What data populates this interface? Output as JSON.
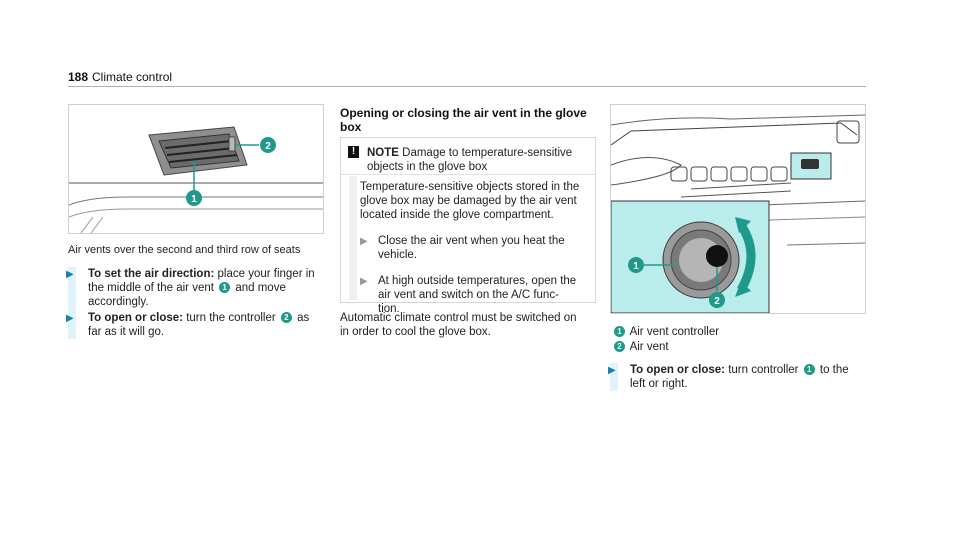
{
  "header": {
    "page_number": "188",
    "title": "Climate control"
  },
  "figure_left": {
    "caption": "Air vents over the second and third row of seats",
    "callouts": [
      "1",
      "2"
    ]
  },
  "left_steps": [
    {
      "bold": "To set the air direction:",
      "lines": [
        " place your finger in",
        "the middle of the air vent ",
        " and move",
        "accordingly."
      ],
      "ref": "1"
    },
    {
      "bold": "To open or close:",
      "lines": [
        " turn the controller ",
        " as",
        "far as it will go."
      ],
      "ref": "2"
    }
  ],
  "middle": {
    "heading_line1": "Opening or closing the air vent in the glove",
    "heading_line2": "box",
    "note": {
      "label": "NOTE",
      "head_text1": " Damage to temperature-sensitive",
      "head_text2": "objects in the glove box",
      "body1": "Temperature-sensitive objects stored in the",
      "body2": "glove box may be damaged by the air vent",
      "body3": "located inside the glove compartment.",
      "step1_a": "Close the air vent when you heat the",
      "step1_b": "vehicle.",
      "step2_a": "At high outside temperatures, open the",
      "step2_b": "air vent and switch on the A/C func-",
      "step2_c": "tion."
    },
    "para1": "Automatic climate control must be switched on",
    "para2": "in order to cool the glove box."
  },
  "figure_right": {
    "callouts": [
      "1",
      "2"
    ]
  },
  "legend": [
    {
      "num": "1",
      "text": "Air vent controller"
    },
    {
      "num": "2",
      "text": "Air vent"
    }
  ],
  "right_step": {
    "bold": "To open or close:",
    "text_a": " turn controller ",
    "text_b": " to the",
    "text_c": "left or right.",
    "ref": "1"
  },
  "colors": {
    "accent": "#1f9a8a",
    "highlight": "#b9ecea",
    "arrow": "#1a7fb0"
  }
}
